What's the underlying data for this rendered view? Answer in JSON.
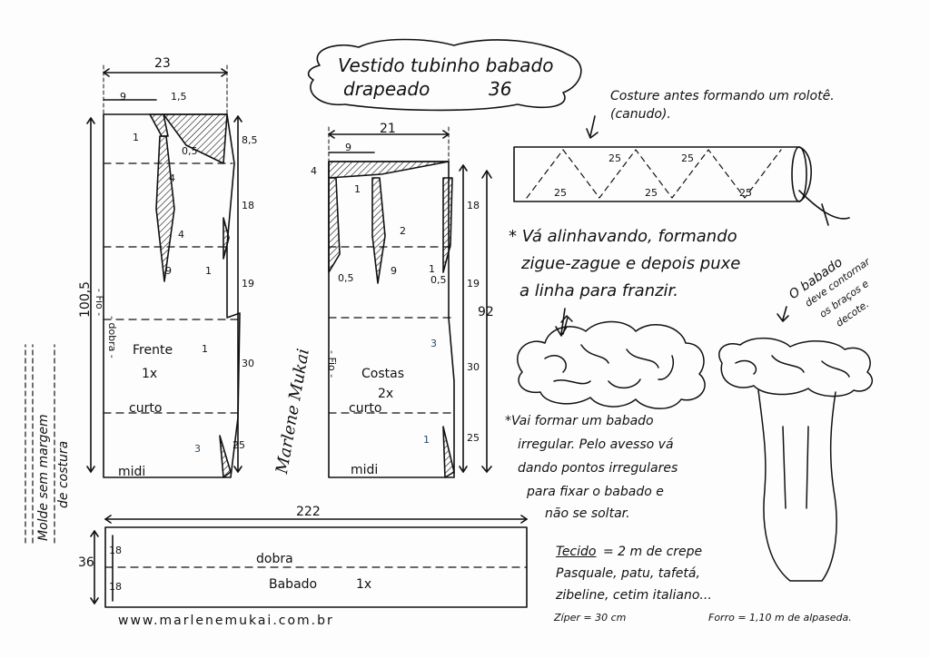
{
  "title": {
    "line1": "Vestido tubinho babado",
    "line2": "drapeado",
    "size": "36"
  },
  "front": {
    "width": "23",
    "dim_9": "9",
    "dim_15": "1,5",
    "dim_1a": "1",
    "dim_05": "0,5",
    "dim_85": "8,5",
    "dim_4a": "4",
    "dim_18": "18",
    "dim_4b": "4",
    "dim_1b": "1",
    "dim_9b": "9",
    "dim_19": "19",
    "dim_1c": "1",
    "dim_30": "30",
    "dim_25": "25",
    "dim_3": "3",
    "total_length": "100,5",
    "label": "Frente",
    "count": "1x",
    "short": "curto",
    "midi": "midi",
    "grain": "- Fio -",
    "fold": "- dobra -"
  },
  "back": {
    "width": "21",
    "dim_9": "9",
    "dim_4": "4",
    "dim_1a": "1",
    "dim_2": "2",
    "dim_05": "0,5",
    "dim_9b": "9",
    "dim_1b": "1",
    "dim_05b": "0,5",
    "dim_18": "18",
    "dim_19": "19",
    "dim_30": "30",
    "dim_25": "25",
    "dim_3": "3",
    "dim_1c": "1",
    "total_length": "92",
    "label": "Costas",
    "count": "2x",
    "short": "curto",
    "midi": "midi",
    "grain": "- Fio -"
  },
  "ruffle_piece": {
    "width": "222",
    "height": "36",
    "half_a": "18",
    "half_b": "18",
    "fold": "dobra",
    "label": "Babado",
    "count": "1x"
  },
  "roll": {
    "note": "Costure antes formando um rolotê.(canudo).",
    "seg_top_a": "25",
    "seg_top_b": "25",
    "seg_bot_a": "25",
    "seg_bot_b": "25",
    "seg_bot_c": "25"
  },
  "notes": {
    "baste_1": "* Vá alinhavando, formando",
    "baste_2": "zigue-zague e depois puxe",
    "baste_3": "a linha para franzir.",
    "irreg_1": "*Vai formar um babado",
    "irreg_2": "irregular. Pelo avesso vá",
    "irreg_3": "dando pontos irregulares",
    "irreg_4": "para fixar o babado e",
    "irreg_5": "não se soltar.",
    "contour_1": "O babado",
    "contour_2": "deve contornar",
    "contour_3": "os braços e",
    "contour_4": "decote."
  },
  "fabric": {
    "line1_label": "Tecido",
    "line1_value": "= 2 m de crepe",
    "line2": "Pasquale, patu, tafetá,",
    "line3": "zibeline, cetim italiano...",
    "zipper": "Zíper = 30 cm",
    "lining": "Forro = 1,10 m de alpaseda."
  },
  "side_note": {
    "line1": "Molde sem margem",
    "line2": "de costura"
  },
  "signature": "Marlene Mukai",
  "website": "www.marlenemukai.com.br"
}
